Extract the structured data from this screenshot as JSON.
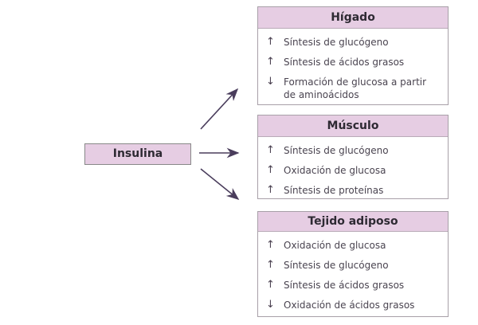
{
  "source": "Insulina",
  "colors": {
    "header_fill": "#e6cde3",
    "arrow": "#4a3d5c"
  },
  "targets": [
    {
      "title": "Hígado",
      "items": [
        {
          "direction": "up",
          "symbol": "↑",
          "text": "Síntesis de glucógeno"
        },
        {
          "direction": "up",
          "symbol": "↑",
          "text": "Síntesis de ácidos grasos"
        },
        {
          "direction": "down",
          "symbol": "↓",
          "text": "Formación de glucosa a partir de aminoácidos"
        }
      ]
    },
    {
      "title": "Músculo",
      "items": [
        {
          "direction": "up",
          "symbol": "↑",
          "text": "Síntesis de glucógeno"
        },
        {
          "direction": "up",
          "symbol": "↑",
          "text": "Oxidación de glucosa"
        },
        {
          "direction": "up",
          "symbol": "↑",
          "text": "Síntesis de proteínas"
        }
      ]
    },
    {
      "title": "Tejido adiposo",
      "items": [
        {
          "direction": "up",
          "symbol": "↑",
          "text": "Oxidación de glucosa"
        },
        {
          "direction": "up",
          "symbol": "↑",
          "text": "Síntesis de glucógeno"
        },
        {
          "direction": "up",
          "symbol": "↑",
          "text": "Síntesis de ácidos grasos"
        },
        {
          "direction": "down",
          "symbol": "↓",
          "text": "Oxidación de ácidos grasos"
        }
      ]
    }
  ]
}
